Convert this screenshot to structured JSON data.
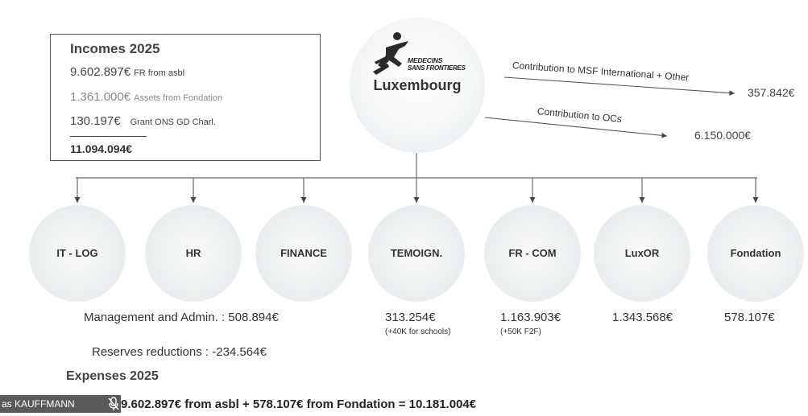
{
  "incomes": {
    "title": "Incomes 2025",
    "rows": [
      {
        "amount": "9.602.897€",
        "desc": "FR from asbl"
      },
      {
        "amount": "1.361.000€",
        "desc": "Assets from Fondation"
      },
      {
        "amount": "130.197€",
        "desc": "Grant ONS GD Charl."
      }
    ],
    "total": "11.094.094€"
  },
  "organization": {
    "logo_line1": "MEDECINS",
    "logo_line2": "SANS FRONTIERES",
    "country": "Luxembourg",
    "logo_icon": "msf-logo-icon"
  },
  "contributions": [
    {
      "label": "Contribution to MSF International + Other",
      "value": "357.842€"
    },
    {
      "label": "Contribution to OCs",
      "value": "6.150.000€"
    }
  ],
  "departments": [
    {
      "label": "IT - LOG"
    },
    {
      "label": "HR"
    },
    {
      "label": "FINANCE"
    },
    {
      "label": "TEMOIGN."
    },
    {
      "label": "FR - COM"
    },
    {
      "label": "LuxOR"
    },
    {
      "label": "Fondation"
    }
  ],
  "costs": {
    "management": "Management and Admin. : 508.894€",
    "reserves": "Reserves reductions : -234.564€",
    "temoign": "313.254€",
    "temoign_note": "(+40K for schools)",
    "frcom": "1.163.903€",
    "frcom_note": "(+50K F2F)",
    "luxor": "1.343.568€",
    "fondation": "578.107€"
  },
  "expenses": {
    "title": "Expenses 2025",
    "total_line": "9.602.897€ from asbl + 578.107€ from Fondation = 10.181.004€"
  },
  "presenter": {
    "name": "as KAUFFMANN",
    "icon": "mic-off-icon"
  },
  "colors": {
    "circle": "#e8ecee",
    "lines": "#555555"
  }
}
